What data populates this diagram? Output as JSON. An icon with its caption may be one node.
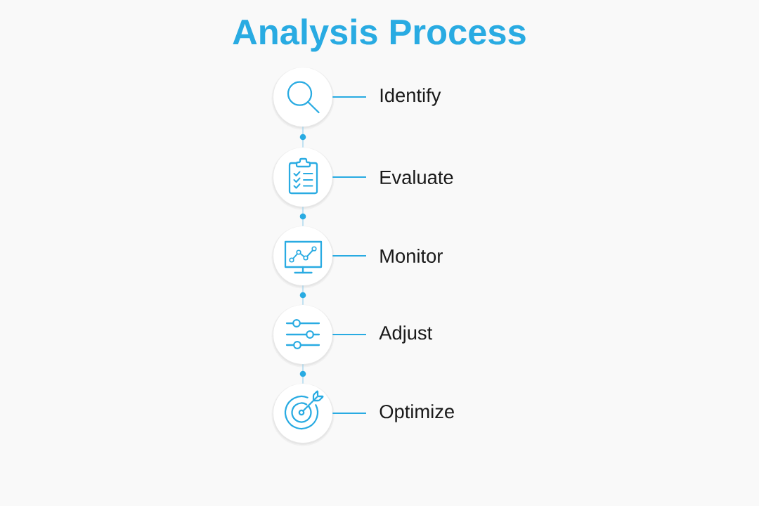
{
  "diagram": {
    "title": "Analysis Process",
    "nodes": [
      {
        "text": [],
        "shape": "circle"
      },
      {
        "text": [
          "Identify"
        ]
      },
      {
        "text": [],
        "shape": "circle"
      },
      {
        "text": [
          "Evaluate"
        ]
      },
      {
        "text": [],
        "shape": "circle"
      },
      {
        "text": [
          "Monitor"
        ]
      },
      {
        "text": [],
        "shape": "circle"
      },
      {
        "text": [
          "Adjust"
        ]
      },
      {
        "text": [],
        "shape": "circle"
      },
      {
        "text": [
          "Optimize"
        ]
      }
    ],
    "edges": [
      {
        "from": 0,
        "to": 1,
        "arrow": "none"
      },
      {
        "from": 0,
        "to": 2,
        "arrow": "none",
        "color": "#8fcdec"
      },
      {
        "from": 2,
        "to": 3,
        "arrow": "none"
      },
      {
        "from": 2,
        "to": 4,
        "arrow": "none",
        "color": "#8fcdec"
      },
      {
        "from": 4,
        "to": 5,
        "arrow": "none"
      },
      {
        "from": 4,
        "to": 6,
        "arrow": "none",
        "color": "#8fcdec"
      },
      {
        "from": 6,
        "to": 7,
        "arrow": "none"
      },
      {
        "from": 6,
        "to": 8,
        "arrow": "none",
        "color": "#8fcdec"
      },
      {
        "from": 8,
        "to": 9,
        "arrow": "none"
      }
    ]
  }
}
